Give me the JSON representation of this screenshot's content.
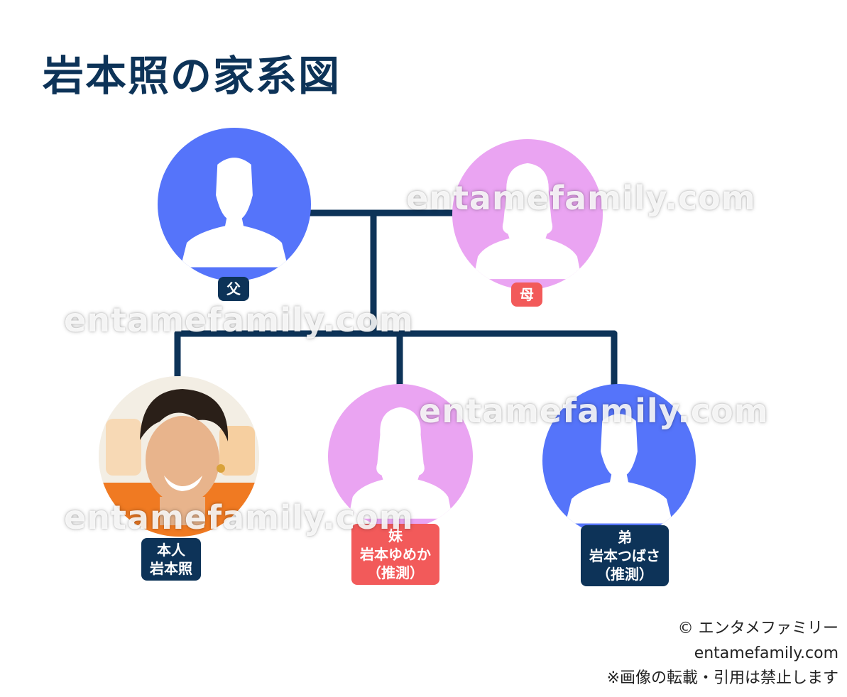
{
  "title": "岩本照の家系図",
  "colors": {
    "navy": "#0d3358",
    "male": "#5574fa",
    "female": "#eaa4f2",
    "red_badge": "#f25a5a"
  },
  "members": {
    "father": {
      "label": "父",
      "icon": "male-silhouette-icon"
    },
    "mother": {
      "label": "母",
      "icon": "female-silhouette-icon"
    },
    "self": {
      "line1": "本人",
      "line2": "岩本照",
      "icon": "photo-portrait"
    },
    "sister": {
      "line1": "妹",
      "line2": "岩本ゆめか",
      "line3": "（推測）",
      "icon": "female-silhouette-icon"
    },
    "brother": {
      "line1": "弟",
      "line2": "岩本つばさ",
      "line3": "（推測）",
      "icon": "male-silhouette-icon"
    }
  },
  "watermark": "entamefamily.com",
  "footer": {
    "copyright": "© エンタメファミリー",
    "site": "entamefamily.com",
    "notice": "※画像の転載・引用は禁止します"
  }
}
